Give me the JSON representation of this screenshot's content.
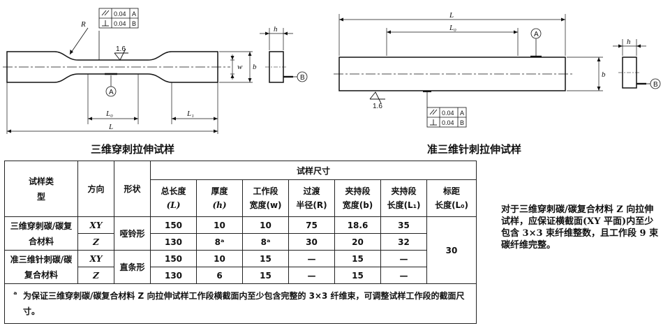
{
  "figures": {
    "left": {
      "caption": "三维穿刺拉伸试样",
      "labels": {
        "R": "R",
        "tol1": "0.04",
        "tol1_ref": "A",
        "tol2": "0.04",
        "tol2_ref": "B",
        "surface": "1.6",
        "w": "w",
        "b": "b",
        "L0": "L₀",
        "L1": "L₁",
        "L": "L",
        "datumA": "A",
        "h": "h",
        "datumB": "B"
      }
    },
    "right": {
      "caption": "准三维针刺拉伸试样",
      "labels": {
        "L": "L",
        "L0": "L₀",
        "datumA": "A",
        "b": "b",
        "surface": "1.6",
        "tol1": "0.04",
        "tol1_ref": "A",
        "tol2": "0.04",
        "tol2_ref": "B",
        "h": "h",
        "datumB": "B"
      }
    }
  },
  "table": {
    "header": {
      "type": "试样类型",
      "direction": "方向",
      "shape": "形状",
      "dims": "试样尺寸",
      "cols": [
        {
          "l1": "总长度",
          "l2": "(L)"
        },
        {
          "l1": "厚度",
          "l2": "(h)"
        },
        {
          "l1": "工作段",
          "l2": "宽度(w)"
        },
        {
          "l1": "过渡",
          "l2": "半径(R)"
        },
        {
          "l1": "夹持段",
          "l2": "宽度(b)"
        },
        {
          "l1": "夹持段",
          "l2": "长度(L₁)"
        },
        {
          "l1": "标距",
          "l2": "长度(L₀)"
        }
      ]
    },
    "groups": [
      {
        "type": "三维穿刺碳/碳复合材料",
        "shape": "哑铃形",
        "rows": [
          {
            "dir": "XY",
            "L": "150",
            "h": "10",
            "w": "10",
            "R": "75",
            "b": "18.6",
            "L1": "35"
          },
          {
            "dir": "Z",
            "L": "130",
            "h": "8ᵃ",
            "w": "8ᵃ",
            "R": "30",
            "b": "20",
            "L1": "32"
          }
        ]
      },
      {
        "type": "准三维针刺碳/碳复合材料",
        "shape": "直条形",
        "rows": [
          {
            "dir": "XY",
            "L": "150",
            "h": "10",
            "w": "15",
            "R": "—",
            "b": "15",
            "L1": "—"
          },
          {
            "dir": "Z",
            "L": "130",
            "h": "6",
            "w": "15",
            "R": "—",
            "b": "15",
            "L1": "—"
          }
        ]
      }
    ],
    "gauge_length": "30",
    "footnote_mark": "ᵃ",
    "footnote": "为保证三维穿刺碳/碳复合材料 Z 向拉伸试样工作段横截面内至少包含完整的 3×3 纤维束，可调整试样工作段的截面尺寸。"
  },
  "side_note": "对于三维穿刺碳/碳复合材料 Z 向拉伸试样，应保证横截面(XY 平面)内至少包含 3×3 束纤维整数，且工作段 9 束碳纤维完整。"
}
